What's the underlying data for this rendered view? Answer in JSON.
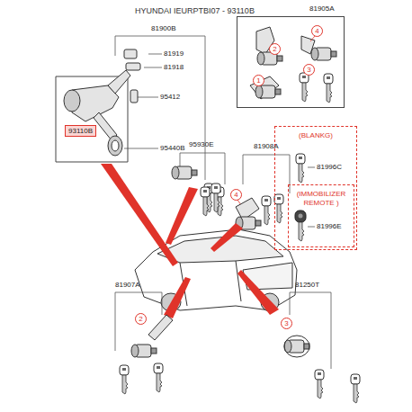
{
  "diagram": {
    "title": "HYUNDAI IEURPTBI07 - 93110B",
    "nodes": [
      {
        "text": [
          "81905A"
        ]
      },
      {
        "text": [
          "93110B"
        ]
      },
      {
        "text": [
          "(BLANKG)"
        ]
      },
      {
        "text": [
          "(IMMOBILIZER REMOTE )"
        ],
        "in": 2
      }
    ],
    "labels": [
      "81900B",
      "81919",
      "81918",
      "95412",
      "95440B",
      "4",
      "2",
      "3",
      "1",
      "95930E",
      "81908A",
      "4",
      "81996C",
      "81996E",
      "81907A",
      "2",
      "81250T",
      "3"
    ]
  }
}
